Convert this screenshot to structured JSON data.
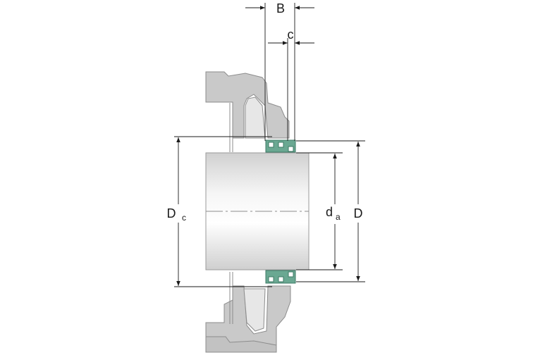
{
  "labels": {
    "B": "B",
    "c": "c",
    "Dc_main": "D",
    "Dc_sub": "c",
    "da_main": "d",
    "da_sub": "a",
    "D": "D"
  },
  "colors": {
    "housing": "#c9c9c9",
    "housing_edge": "#8c8c8c",
    "shaft_light": "#f4f4f4",
    "shaft_dark": "#d7d7d7",
    "seal": "#6aa892",
    "seal_dark": "#3e7a66",
    "line": "#1a1a1a"
  }
}
